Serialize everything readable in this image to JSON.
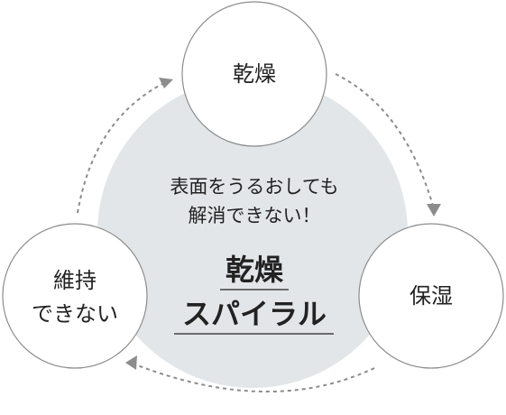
{
  "center": {
    "caption_line1": "表面をうるおしても",
    "caption_line2": "解消できない！",
    "title_line1": "乾燥",
    "title_line2": "スパイラル"
  },
  "nodes": {
    "top": "乾燥",
    "right": "保湿",
    "left_line1": "維持",
    "left_line2": "できない"
  },
  "colors": {
    "center_fill": "#e3e6e8",
    "node_stroke": "#8c8c8c",
    "arrow": "#8c8c8c",
    "text": "#222222"
  }
}
